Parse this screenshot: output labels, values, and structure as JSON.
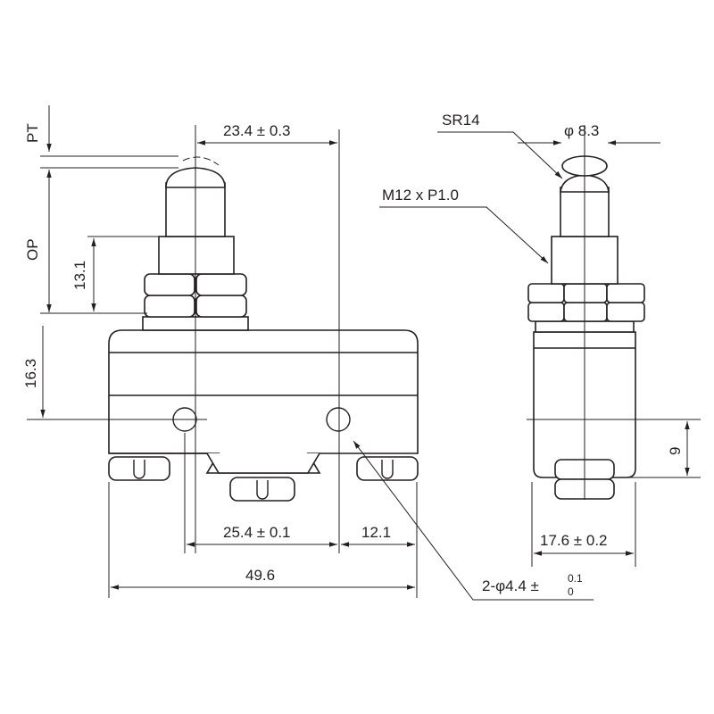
{
  "front_view": {
    "pt": "PT",
    "op": "OP",
    "dim_13_1": "13.1",
    "dim_16_3": "16.3",
    "dim_23_4": "23.4 ± 0.3",
    "dim_25_4": "25.4 ± 0.1",
    "dim_12_1": "12.1",
    "dim_49_6": "49.6",
    "hole_note": "2-φ4.4 ±",
    "hole_tol_upper": "0.1",
    "hole_tol_lower": "0"
  },
  "side_view": {
    "sr14": "SR14",
    "phi_8_3": "φ 8.3",
    "thread": "M12 x P1.0",
    "dim_9": "9",
    "dim_17_6": "17.6 ± 0.2"
  }
}
